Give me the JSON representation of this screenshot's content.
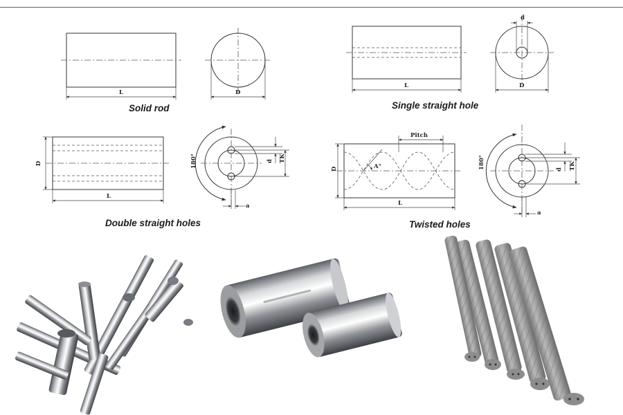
{
  "diagrams": {
    "solid_rod": {
      "caption": "Solid rod",
      "dim_length": "L",
      "dim_diameter": "D"
    },
    "single_hole": {
      "caption": "Single straight hole",
      "dim_length": "L",
      "dim_diameter": "D",
      "dim_hole": "d"
    },
    "double_holes": {
      "caption": "Double straight holes",
      "dim_length": "L",
      "dim_diameter": "D",
      "dim_hole": "d",
      "dim_tk": "TK",
      "dim_offset": "a",
      "angle": "180°"
    },
    "twisted_holes": {
      "caption": "Twisted holes",
      "dim_length": "L",
      "dim_diameter": "D",
      "dim_pitch": "Pitch",
      "dim_angle": "A°",
      "dim_hole": "d",
      "dim_tk": "TK",
      "dim_offset": "a",
      "angle": "180°"
    }
  },
  "photos": {
    "left": "carbide-solid-rods-photo",
    "middle": "carbide-hollow-cylinders-photo",
    "right": "carbide-rods-with-coolant-holes-photo"
  },
  "colors": {
    "line": "#333333",
    "metal_light": "#e8e8ea",
    "metal_dark": "#6e7075",
    "rod_grey": "#9a9a9a"
  }
}
